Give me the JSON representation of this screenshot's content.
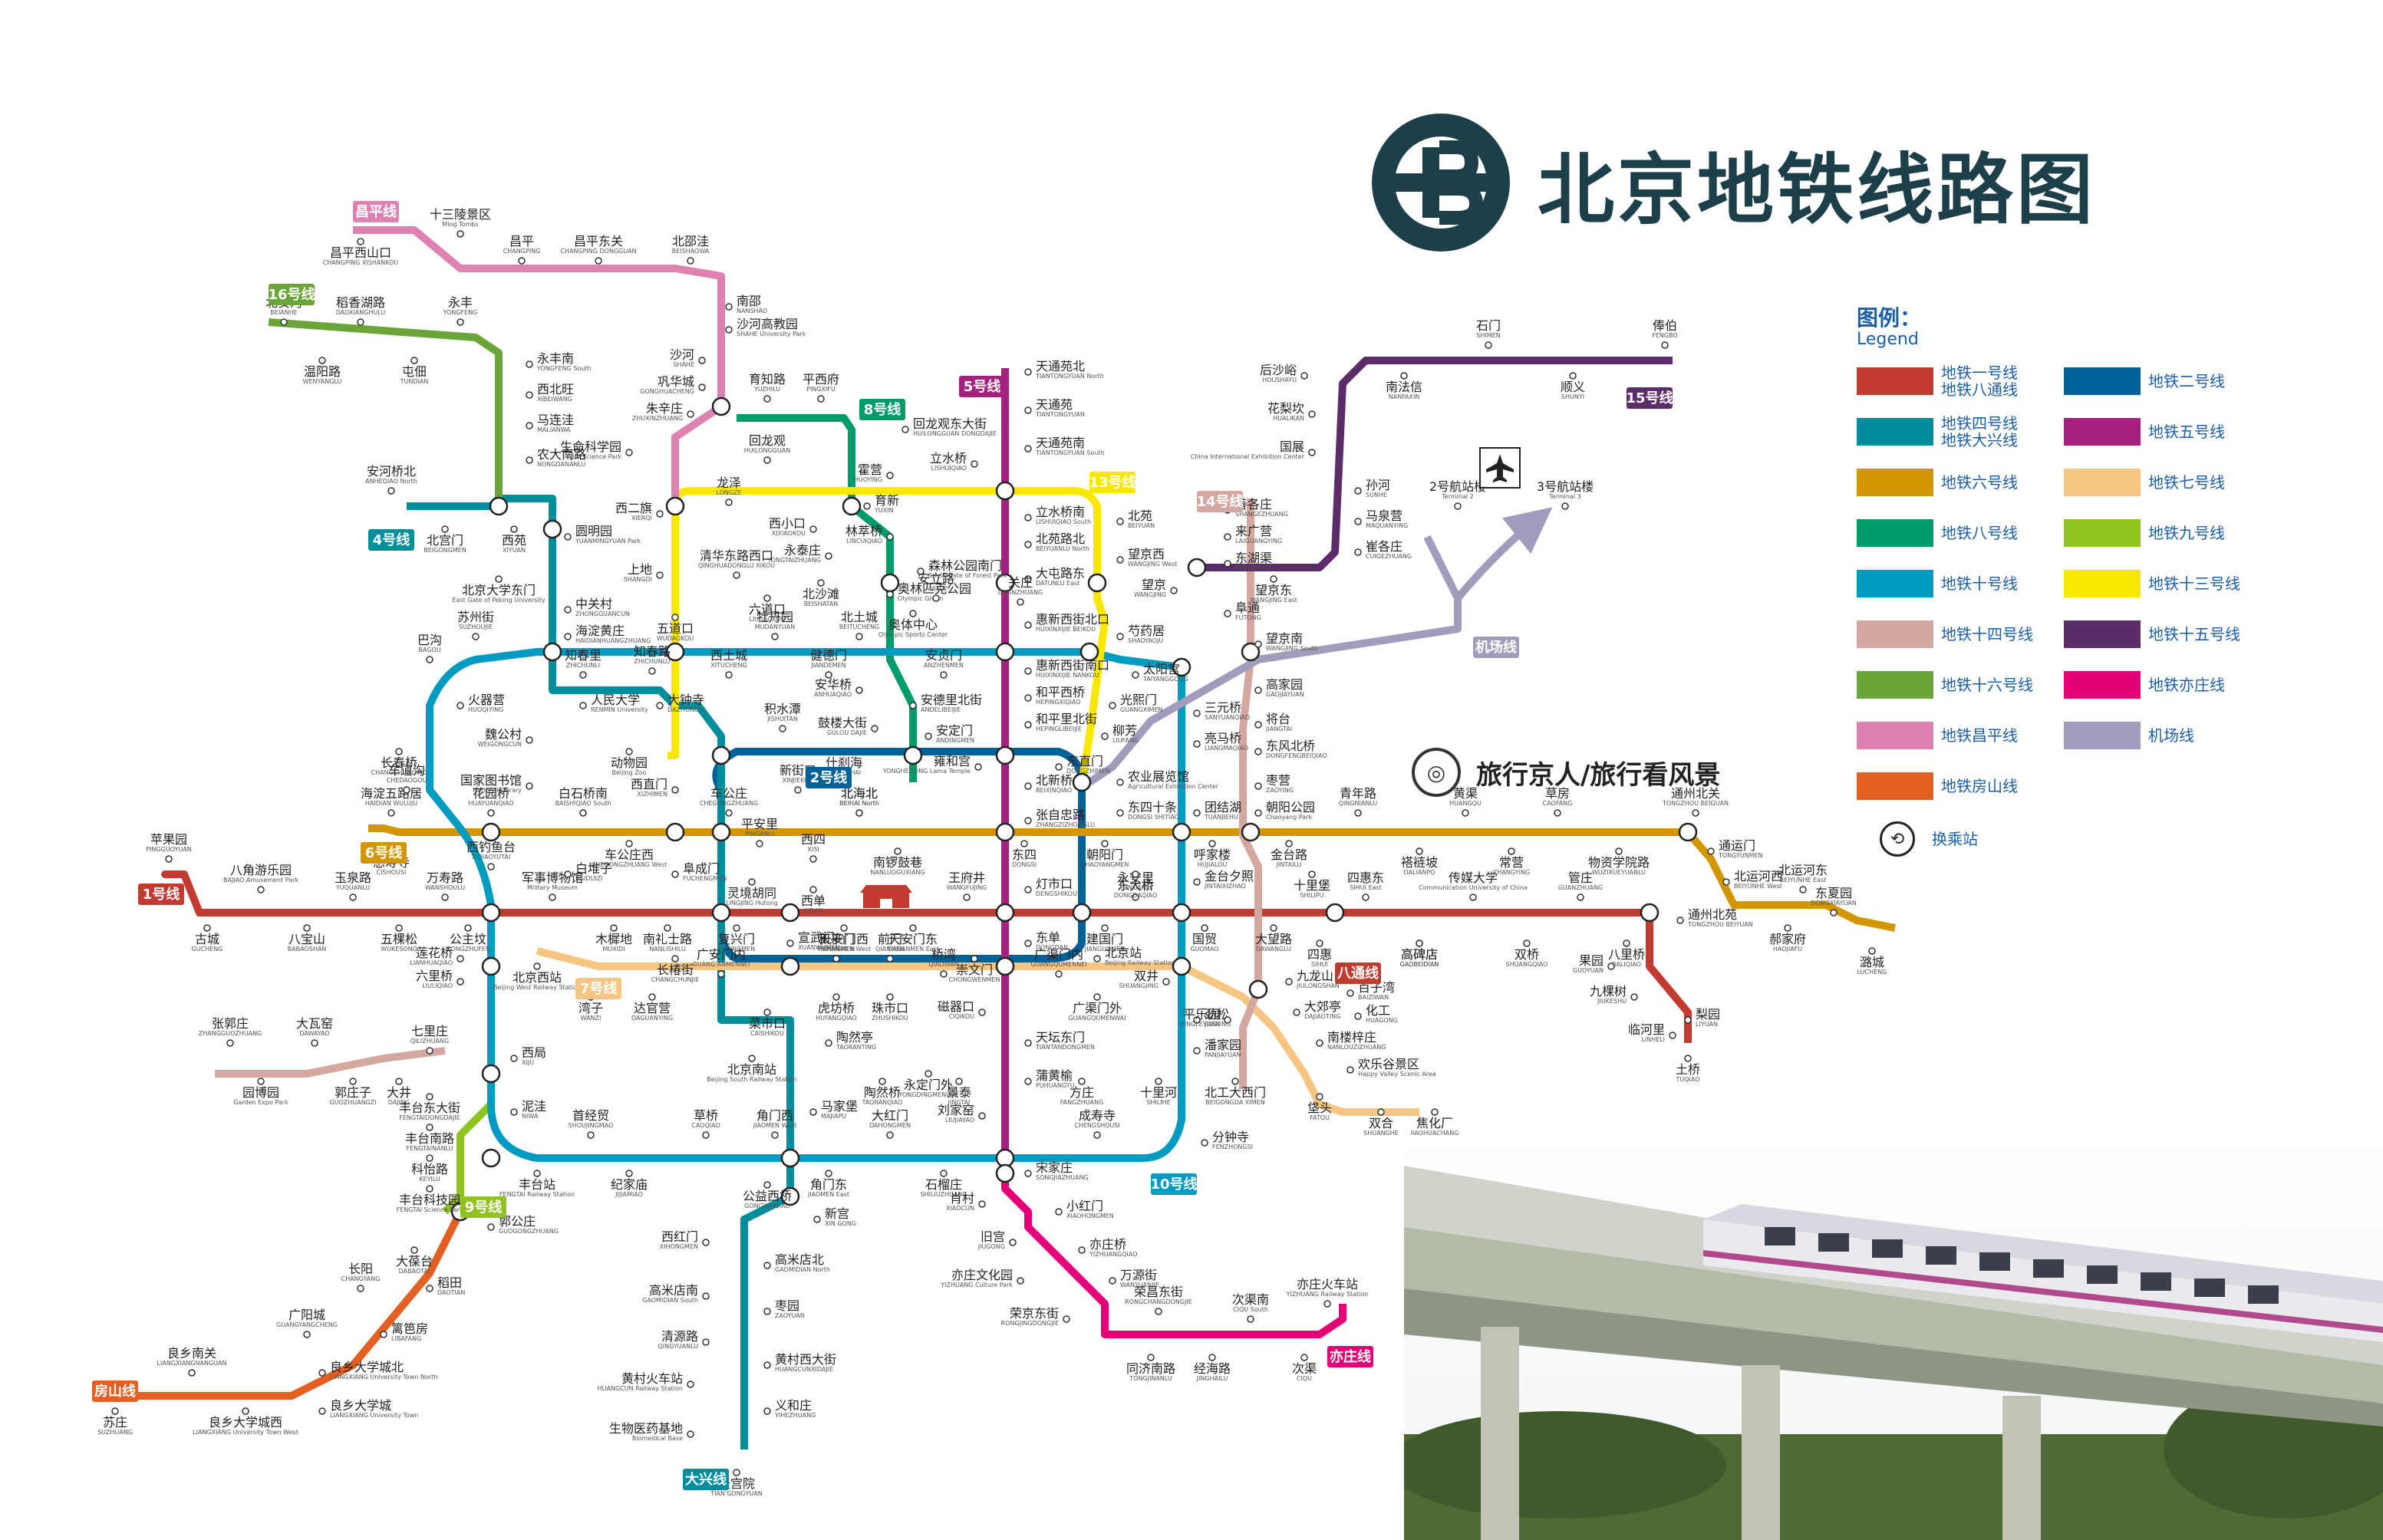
{
  "title": "北京地铁线路图",
  "legend": {
    "title": "图例：",
    "subtitle": "Legend",
    "items": [
      {
        "label": "地铁一号线\n地铁八通线",
        "color": "#c23a30"
      },
      {
        "label": "地铁二号线",
        "color": "#006098"
      },
      {
        "label": "地铁四号线\n地铁大兴线",
        "color": "#008e9c"
      },
      {
        "label": "地铁五号线",
        "color": "#a6217f"
      },
      {
        "label": "地铁六号线",
        "color": "#d29700"
      },
      {
        "label": "地铁七号线",
        "color": "#f6c582"
      },
      {
        "label": "地铁八号线",
        "color": "#009b6b"
      },
      {
        "label": "地铁九号线",
        "color": "#8fc31f"
      },
      {
        "label": "地铁十号线",
        "color": "#009bc0"
      },
      {
        "label": "地铁十三号线",
        "color": "#f9e700"
      },
      {
        "label": "地铁十四号线",
        "color": "#d5a7a1"
      },
      {
        "label": "地铁十五号线",
        "color": "#5b2c68"
      },
      {
        "label": "地铁十六号线",
        "color": "#6ba539"
      },
      {
        "label": "地铁亦庄线",
        "color": "#e40077"
      },
      {
        "label": "地铁昌平线",
        "color": "#de82b2"
      },
      {
        "label": "机场线",
        "color": "#a29bbb"
      },
      {
        "label": "地铁房山线",
        "color": "#e46022"
      }
    ],
    "interchange_label": "换乘站"
  },
  "slogan": "旅行京人/旅行看风景",
  "line_badges": [
    {
      "text": "1号线",
      "color": "#c23a30"
    },
    {
      "text": "2号线",
      "color": "#006098"
    },
    {
      "text": "4号线",
      "color": "#008e9c"
    },
    {
      "text": "5号线",
      "color": "#a6217f"
    },
    {
      "text": "6号线",
      "color": "#d29700"
    },
    {
      "text": "7号线",
      "color": "#f6c582"
    },
    {
      "text": "8号线",
      "color": "#009b6b"
    },
    {
      "text": "9号线",
      "color": "#8fc31f"
    },
    {
      "text": "10号线",
      "color": "#009bc0"
    },
    {
      "text": "13号线",
      "color": "#f9e700"
    },
    {
      "text": "14号线",
      "color": "#d5a7a1"
    },
    {
      "text": "15号线",
      "color": "#5b2c68"
    },
    {
      "text": "16号线",
      "color": "#6ba539"
    },
    {
      "text": "昌平线",
      "color": "#de82b2"
    },
    {
      "text": "房山线",
      "color": "#e46022"
    },
    {
      "text": "大兴线",
      "color": "#008e9c"
    },
    {
      "text": "亦庄线",
      "color": "#e40077"
    },
    {
      "text": "八通线",
      "color": "#c23a30"
    },
    {
      "text": "机场线",
      "color": "#a29bbb"
    }
  ],
  "stations": [
    {
      "cn": "昌平西山口",
      "py": "CHANGPING XISHANKOU"
    },
    {
      "cn": "十三陵景区",
      "py": "Ming Tombs"
    },
    {
      "cn": "昌平",
      "py": "CHANGPING"
    },
    {
      "cn": "昌平东关",
      "py": "CHANGPING DONGGUAN"
    },
    {
      "cn": "北邵洼",
      "py": "BEISHAOWA"
    },
    {
      "cn": "南邵",
      "py": "NANSHAO"
    },
    {
      "cn": "沙河高教园",
      "py": "SHAHE University Park"
    },
    {
      "cn": "沙河",
      "py": "SHAHE"
    },
    {
      "cn": "巩华城",
      "py": "GONGHUACHENG"
    },
    {
      "cn": "朱辛庄",
      "py": "ZHUXINZHUANG"
    },
    {
      "cn": "生命科学园",
      "py": "Life Science Park"
    },
    {
      "cn": "西二旗",
      "py": "XIERQI"
    },
    {
      "cn": "北安河",
      "py": "BEIANHE"
    },
    {
      "cn": "稻香湖路",
      "py": "DAOXIANGHULU"
    },
    {
      "cn": "永丰",
      "py": "YONGFENG"
    },
    {
      "cn": "温阳路",
      "py": "WENYANGLU"
    },
    {
      "cn": "屯佃",
      "py": "TUNDIAN"
    },
    {
      "cn": "永丰南",
      "py": "YONGFENG South"
    },
    {
      "cn": "西北旺",
      "py": "XIBEIWANG"
    },
    {
      "cn": "马连洼",
      "py": "MALIANWA"
    },
    {
      "cn": "农大南路",
      "py": "NONGDANANLU"
    },
    {
      "cn": "安河桥北",
      "py": "ANHEQIAO North"
    },
    {
      "cn": "北宫门",
      "py": "BEIGONGMEN"
    },
    {
      "cn": "西苑",
      "py": "XIYUAN"
    },
    {
      "cn": "圆明园",
      "py": "YUANMINGYUAN Park"
    },
    {
      "cn": "北京大学东门",
      "py": "East Gate of Peking University"
    },
    {
      "cn": "中关村",
      "py": "ZHONGGUANCUN"
    },
    {
      "cn": "海淀黄庄",
      "py": "HAIDIANHUANGZHUANG"
    },
    {
      "cn": "人民大学",
      "py": "RENMIN University"
    },
    {
      "cn": "魏公村",
      "py": "WEIGONGCUN"
    },
    {
      "cn": "国家图书馆",
      "py": "National Library"
    },
    {
      "cn": "动物园",
      "py": "Beijing Zoo"
    },
    {
      "cn": "西直门",
      "py": "XIZHIMEN"
    },
    {
      "cn": "新街口",
      "py": "XINJIEKOU"
    },
    {
      "cn": "平安里",
      "py": "PINGANLI"
    },
    {
      "cn": "西四",
      "py": "XISI"
    },
    {
      "cn": "灵境胡同",
      "py": "LINGJING Hutong"
    },
    {
      "cn": "西单",
      "py": "XIDAN"
    },
    {
      "cn": "宣武门",
      "py": "XUANWUMEN"
    },
    {
      "cn": "菜市口",
      "py": "CAISHIKOU"
    },
    {
      "cn": "陶然亭",
      "py": "TAORANTING"
    },
    {
      "cn": "北京南站",
      "py": "Beijing South Railway Station"
    },
    {
      "cn": "马家堡",
      "py": "MAJIAPU"
    },
    {
      "cn": "角门西",
      "py": "JIAOMEN West"
    },
    {
      "cn": "公益西桥",
      "py": "GONGYIXIQIAO"
    },
    {
      "cn": "新宫",
      "py": "XIN GONG"
    },
    {
      "cn": "西红门",
      "py": "XIHONGMEN"
    },
    {
      "cn": "高米店北",
      "py": "GAOMIDIAN North"
    },
    {
      "cn": "高米店南",
      "py": "GAOMIDIAN South"
    },
    {
      "cn": "枣园",
      "py": "ZAOYUAN"
    },
    {
      "cn": "清源路",
      "py": "QINGYUANLU"
    },
    {
      "cn": "黄村西大街",
      "py": "HUANGCUNXIDAJIE"
    },
    {
      "cn": "黄村火车站",
      "py": "HUANGCUN Railway Station"
    },
    {
      "cn": "义和庄",
      "py": "YIHEZHUANG"
    },
    {
      "cn": "生物医药基地",
      "py": "Biomedical Base"
    },
    {
      "cn": "天宫院",
      "py": "TIAN'GONGYUAN"
    },
    {
      "cn": "天通苑北",
      "py": "TIANTONGYUAN North"
    },
    {
      "cn": "天通苑",
      "py": "TIANTONGYUAN"
    },
    {
      "cn": "天通苑南",
      "py": "TIANTONGYUAN South"
    },
    {
      "cn": "立水桥",
      "py": "LISHUIQIAO"
    },
    {
      "cn": "立水桥南",
      "py": "LISHUIQIAO South"
    },
    {
      "cn": "北苑路北",
      "py": "BEIYUANLU North"
    },
    {
      "cn": "大屯路东",
      "py": "DATUNLU East"
    },
    {
      "cn": "惠新西街北口",
      "py": "HUIXINXIJIE BEIKOU"
    },
    {
      "cn": "惠新西街南口",
      "py": "HUIXINXIJIE NANKOU"
    },
    {
      "cn": "和平西桥",
      "py": "HEPINGXIQIAO"
    },
    {
      "cn": "和平里北街",
      "py": "HEPINGLIBEIJIE"
    },
    {
      "cn": "雍和宫",
      "py": "YONGHEGONG Lama Temple"
    },
    {
      "cn": "北新桥",
      "py": "BEIXINQIAO"
    },
    {
      "cn": "张自忠路",
      "py": "ZHANGZIZHONGLU"
    },
    {
      "cn": "东四",
      "py": "DONGSI"
    },
    {
      "cn": "灯市口",
      "py": "DENGSHIKOU"
    },
    {
      "cn": "东单",
      "py": "DONGDAN"
    },
    {
      "cn": "崇文门",
      "py": "CHONGWENMEN"
    },
    {
      "cn": "磁器口",
      "py": "CIQIKOU"
    },
    {
      "cn": "天坛东门",
      "py": "TIANTANDONGMEN"
    },
    {
      "cn": "蒲黄榆",
      "py": "PUHUANGYU"
    },
    {
      "cn": "刘家窑",
      "py": "LIUJIAYAO"
    },
    {
      "cn": "宋家庄",
      "py": "SONGJIAZHUANG"
    },
    {
      "cn": "苹果园",
      "py": "PINGGUOYUAN"
    },
    {
      "cn": "古城",
      "py": "GUCHENG"
    },
    {
      "cn": "八角游乐园",
      "py": "BAJIAO Amusement Park"
    },
    {
      "cn": "八宝山",
      "py": "BABAOSHAN"
    },
    {
      "cn": "玉泉路",
      "py": "YUQUANLU"
    },
    {
      "cn": "五棵松",
      "py": "WUKESONG"
    },
    {
      "cn": "万寿路",
      "py": "WANSHOULU"
    },
    {
      "cn": "公主坟",
      "py": "GONGZHUFEN"
    },
    {
      "cn": "军事博物馆",
      "py": "Military Museum"
    },
    {
      "cn": "木樨地",
      "py": "MUXIDI"
    },
    {
      "cn": "南礼士路",
      "py": "NANLISHILU"
    },
    {
      "cn": "复兴门",
      "py": "FUXINGMEN"
    },
    {
      "cn": "天安门西",
      "py": "TIANANMEN West"
    },
    {
      "cn": "天安门东",
      "py": "TIANANMEN East"
    },
    {
      "cn": "王府井",
      "py": "WANGFUJING"
    },
    {
      "cn": "建国门",
      "py": "JIANGUOMEN"
    },
    {
      "cn": "永安里",
      "py": "YONGANLI"
    },
    {
      "cn": "国贸",
      "py": "GUOMAO"
    },
    {
      "cn": "大望路",
      "py": "DAWANGLU"
    },
    {
      "cn": "四惠",
      "py": "SIHUI"
    },
    {
      "cn": "四惠东",
      "py": "SIHUI East"
    },
    {
      "cn": "高碑店",
      "py": "GAOBEIDIAN"
    },
    {
      "cn": "传媒大学",
      "py": "Communication University of China"
    },
    {
      "cn": "双桥",
      "py": "SHUANGQIAO"
    },
    {
      "cn": "管庄",
      "py": "GUANZHUANG"
    },
    {
      "cn": "八里桥",
      "py": "BALIQIAO"
    },
    {
      "cn": "通州北苑",
      "py": "TONGZHOU BEIYUAN"
    },
    {
      "cn": "果园",
      "py": "GUOYUAN"
    },
    {
      "cn": "九棵树",
      "py": "JIUKESHU"
    },
    {
      "cn": "梨园",
      "py": "LIYUAN"
    },
    {
      "cn": "临河里",
      "py": "LINHELI"
    },
    {
      "cn": "土桥",
      "py": "TUQIAO"
    },
    {
      "cn": "海淀五路居",
      "py": "HAIDIAN WULUJU"
    },
    {
      "cn": "慈寿寺",
      "py": "CISHOUSI"
    },
    {
      "cn": "花园桥",
      "py": "HUAYUANQIAO"
    },
    {
      "cn": "白石桥南",
      "py": "BAISHIQIAO South"
    },
    {
      "cn": "车公庄西",
      "py": "CHEGONGZHUANG West"
    },
    {
      "cn": "车公庄",
      "py": "CHEGONGZHUANG"
    },
    {
      "cn": "北海北",
      "py": "BEIHAI North"
    },
    {
      "cn": "南锣鼓巷",
      "py": "NANLUOGUXIANG"
    },
    {
      "cn": "朝阳门",
      "py": "CHAOYANGMEN"
    },
    {
      "cn": "东大桥",
      "py": "DONGDAQIAO"
    },
    {
      "cn": "呼家楼",
      "py": "HUJIALOU"
    },
    {
      "cn": "金台路",
      "py": "JINTAILU"
    },
    {
      "cn": "十里堡",
      "py": "SHILIPU"
    },
    {
      "cn": "青年路",
      "py": "QINGNIANLU"
    },
    {
      "cn": "褡裢坡",
      "py": "DALIANPO"
    },
    {
      "cn": "黄渠",
      "py": "HUANGQU"
    },
    {
      "cn": "常营",
      "py": "CHANGYING"
    },
    {
      "cn": "草房",
      "py": "CAOFANG"
    },
    {
      "cn": "物资学院路",
      "py": "WUZIXUEYUANLU"
    },
    {
      "cn": "通州北关",
      "py": "TONGZHOU BEIGUAN"
    },
    {
      "cn": "通运门",
      "py": "TONGYUNMEN"
    },
    {
      "cn": "北运河西",
      "py": "BEIYUNHE West"
    },
    {
      "cn": "北运河东",
      "py": "BEIYUNHE East"
    },
    {
      "cn": "郝家府",
      "py": "HAOJIAFU"
    },
    {
      "cn": "东夏园",
      "py": "DONGXIAYUAN"
    },
    {
      "cn": "潞城",
      "py": "LUCHENG"
    },
    {
      "cn": "湾子",
      "py": "WANZI"
    },
    {
      "cn": "达官营",
      "py": "DAGUANYING"
    },
    {
      "cn": "广安门内",
      "py": "GUANG'ANMENNEI"
    },
    {
      "cn": "虎坊桥",
      "py": "HUFANGQIAO"
    },
    {
      "cn": "珠市口",
      "py": "ZHUSHIKOU"
    },
    {
      "cn": "桥湾",
      "py": "QIAOWAN"
    },
    {
      "cn": "广渠门内",
      "py": "GUANGQUMENNEI"
    },
    {
      "cn": "广渠门外",
      "py": "GUANGQUMENWAI"
    },
    {
      "cn": "九龙山",
      "py": "JIULONGSHAN"
    },
    {
      "cn": "大郊亭",
      "py": "DAJIAOTING"
    },
    {
      "cn": "百子湾",
      "py": "BAIZIWAN"
    },
    {
      "cn": "化工",
      "py": "HUAGONG"
    },
    {
      "cn": "南楼梓庄",
      "py": "NANLOUZIZHUANG"
    },
    {
      "cn": "欢乐谷景区",
      "py": "Happy Valley Scenic Area"
    },
    {
      "cn": "垡头",
      "py": "FATOU"
    },
    {
      "cn": "双合",
      "py": "SHUANGHE"
    },
    {
      "cn": "焦化厂",
      "py": "JIAOHUACHANG"
    },
    {
      "cn": "回龙观",
      "py": "HUILONGGUAN"
    },
    {
      "cn": "霍营",
      "py": "HUOYING"
    },
    {
      "cn": "龙泽",
      "py": "LONGZE"
    },
    {
      "cn": "上地",
      "py": "SHANGDI"
    },
    {
      "cn": "五道口",
      "py": "WUDAOKOU"
    },
    {
      "cn": "知春路",
      "py": "ZHICHUNLU"
    },
    {
      "cn": "大钟寺",
      "py": "DAZHONGSI"
    },
    {
      "cn": "北苑",
      "py": "BEIYUAN"
    },
    {
      "cn": "望京西",
      "py": "WANGJING West"
    },
    {
      "cn": "芍药居",
      "py": "SHAOYAOJU"
    },
    {
      "cn": "光熙门",
      "py": "GUANGXIMEN"
    },
    {
      "cn": "柳芳",
      "py": "LIUFANG"
    },
    {
      "cn": "东直门",
      "py": "DONGZHIMEN"
    },
    {
      "cn": "善各庄",
      "py": "SHANGEZHUANG"
    },
    {
      "cn": "来广营",
      "py": "LAIGUANGYING"
    },
    {
      "cn": "东湖渠",
      "py": "DONGHUQU"
    },
    {
      "cn": "望京",
      "py": "WANGJING"
    },
    {
      "cn": "阜通",
      "py": "FUTONG"
    },
    {
      "cn": "望京南",
      "py": "WANGJING South"
    },
    {
      "cn": "高家园",
      "py": "GAOJIAYUAN"
    },
    {
      "cn": "将台",
      "py": "JIANGTAI"
    },
    {
      "cn": "东风北桥",
      "py": "DONGFENGBEIQIAO"
    },
    {
      "cn": "枣营",
      "py": "ZAOYING"
    },
    {
      "cn": "朝阳公园",
      "py": "Chaoyang Park"
    },
    {
      "cn": "俸伯",
      "py": "FENGBO"
    },
    {
      "cn": "顺义",
      "py": "SHUNYI"
    },
    {
      "cn": "石门",
      "py": "SHIMEN"
    },
    {
      "cn": "南法信",
      "py": "NANFAXIN"
    },
    {
      "cn": "后沙峪",
      "py": "HOUSHAYU"
    },
    {
      "cn": "花梨坎",
      "py": "HUALIKAN"
    },
    {
      "cn": "国展",
      "py": "China International Exhibition Center"
    },
    {
      "cn": "孙河",
      "py": "SUNHE"
    },
    {
      "cn": "马泉营",
      "py": "MAQUANYING"
    },
    {
      "cn": "崔各庄",
      "py": "CUIGEZHUANG"
    },
    {
      "cn": "望京东",
      "py": "WANGJING East"
    },
    {
      "cn": "2号航站楼",
      "py": "Terminal 2"
    },
    {
      "cn": "3号航站楼",
      "py": "Terminal 3"
    },
    {
      "cn": "三元桥",
      "py": "SANYUANQIAO"
    },
    {
      "cn": "亮马桥",
      "py": "LIANGMAQIAO"
    },
    {
      "cn": "农业展览馆",
      "py": "Agricultural Exhibition Center"
    },
    {
      "cn": "团结湖",
      "py": "TUANJIEHU"
    },
    {
      "cn": "金台夕照",
      "py": "JINTAIXIZHAO"
    },
    {
      "cn": "双井",
      "py": "SHUANGJING"
    },
    {
      "cn": "劲松",
      "py": "JINSONG"
    },
    {
      "cn": "潘家园",
      "py": "PANJIAYUAN"
    },
    {
      "cn": "十里河",
      "py": "SHILIHE"
    },
    {
      "cn": "分钟寺",
      "py": "FENZHONGSI"
    },
    {
      "cn": "成寿寺",
      "py": "CHENGSHOUSI"
    },
    {
      "cn": "石榴庄",
      "py": "SHILIUZHUANG"
    },
    {
      "cn": "大红门",
      "py": "DAHONGMEN"
    },
    {
      "cn": "角门东",
      "py": "JIAOMEN East"
    },
    {
      "cn": "草桥",
      "py": "CAOQIAO"
    },
    {
      "cn": "纪家庙",
      "py": "JIJIAMIAO"
    },
    {
      "cn": "首经贸",
      "py": "SHOUJINGMAO"
    },
    {
      "cn": "丰台站",
      "py": "FENGTAI Railway Station"
    },
    {
      "cn": "泥洼",
      "py": "NIWA"
    },
    {
      "cn": "西局",
      "py": "XIJU"
    },
    {
      "cn": "六里桥",
      "py": "LIULIQIAO"
    },
    {
      "cn": "莲花桥",
      "py": "LIANHUAQIAO"
    },
    {
      "cn": "西钓鱼台",
      "py": "XIDIAOYUTAI"
    },
    {
      "cn": "巴沟",
      "py": "BAGOU"
    },
    {
      "cn": "苏州街",
      "py": "SUZHOUJIE"
    },
    {
      "cn": "知春里",
      "py": "ZHICHUNLI"
    },
    {
      "cn": "西土城",
      "py": "XITUCHENG"
    },
    {
      "cn": "牡丹园",
      "py": "MUDANYUAN"
    },
    {
      "cn": "健德门",
      "py": "JIANDEMEN"
    },
    {
      "cn": "北土城",
      "py": "BEITUCHENG"
    },
    {
      "cn": "安贞门",
      "py": "ANZHENMEN"
    },
    {
      "cn": "太阳宫",
      "py": "TAIYANGGONG"
    },
    {
      "cn": "火器营",
      "py": "HUOQIYING"
    },
    {
      "cn": "长春桥",
      "py": "CHANGCHUNQIAO"
    },
    {
      "cn": "车道沟",
      "py": "CHEDAOGOU"
    },
    {
      "cn": "白堆子",
      "py": "BAIDUIZI"
    },
    {
      "cn": "阜成门",
      "py": "FUCHENGMEN"
    },
    {
      "cn": "北京西站",
      "py": "Beijing West Railway Station"
    },
    {
      "cn": "七里庄",
      "py": "QILIZHUANG"
    },
    {
      "cn": "大井",
      "py": "DAJING"
    },
    {
      "cn": "郭庄子",
      "py": "GUOZHUANGZI"
    },
    {
      "cn": "园博园",
      "py": "Garden Expo Park"
    },
    {
      "cn": "大瓦窑",
      "py": "DAWAYAO"
    },
    {
      "cn": "张郭庄",
      "py": "ZHANGGUOZHUANG"
    },
    {
      "cn": "丰台东大街",
      "py": "FENGTAIDONGDAJIE"
    },
    {
      "cn": "丰台南路",
      "py": "FENGTAINANLU"
    },
    {
      "cn": "科怡路",
      "py": "KEYILU"
    },
    {
      "cn": "丰台科技园",
      "py": "FENGTAI Science Park"
    },
    {
      "cn": "郭公庄",
      "py": "GUOGONGZHUANG"
    },
    {
      "cn": "大葆台",
      "py": "DABAOTAI"
    },
    {
      "cn": "稻田",
      "py": "DAOTIAN"
    },
    {
      "cn": "长阳",
      "py": "CHANGYANG"
    },
    {
      "cn": "篱笆房",
      "py": "LIBAFANG"
    },
    {
      "cn": "广阳城",
      "py": "GUANGYANGCHENG"
    },
    {
      "cn": "良乡大学城北",
      "py": "LIANGXIANG University Town North"
    },
    {
      "cn": "良乡大学城",
      "py": "LIANGXIANG University Town"
    },
    {
      "cn": "良乡大学城西",
      "py": "LIANGXIANG University Town West"
    },
    {
      "cn": "良乡南关",
      "py": "LIANGXIANGNANGUAN"
    },
    {
      "cn": "苏庄",
      "py": "SUZHUANG"
    },
    {
      "cn": "肖村",
      "py": "XIAOCUN"
    },
    {
      "cn": "小红门",
      "py": "XIAOHONGMEN"
    },
    {
      "cn": "旧宫",
      "py": "JIUGONG"
    },
    {
      "cn": "亦庄桥",
      "py": "YIZHUANGQIAO"
    },
    {
      "cn": "亦庄文化园",
      "py": "YIZHUANG Culture Park"
    },
    {
      "cn": "万源街",
      "py": "WANYUANJIE"
    },
    {
      "cn": "荣京东街",
      "py": "RONGJINGDONGJIE"
    },
    {
      "cn": "荣昌东街",
      "py": "RONGCHANGDONGJIE"
    },
    {
      "cn": "同济南路",
      "py": "TONGJINANLU"
    },
    {
      "cn": "经海路",
      "py": "JINGHAILU"
    },
    {
      "cn": "次渠南",
      "py": "CIQU South"
    },
    {
      "cn": "次渠",
      "py": "CIQU"
    },
    {
      "cn": "亦庄火车站",
      "py": "YIZHUANG Railway Station"
    },
    {
      "cn": "北工大西门",
      "py": "BEIGONGDA XIMEN"
    },
    {
      "cn": "平乐园",
      "py": "PINGLEYUAN"
    },
    {
      "cn": "育知路",
      "py": "YUZHILU"
    },
    {
      "cn": "平西府",
      "py": "PINGXIFU"
    },
    {
      "cn": "回龙观东大街",
      "py": "HUILONGGUAN DONGDAJIE"
    },
    {
      "cn": "育新",
      "py": "YUXIN"
    },
    {
      "cn": "西小口",
      "py": "XIXIAOKOU"
    },
    {
      "cn": "永泰庄",
      "py": "YONGTAIZHUANG"
    },
    {
      "cn": "林萃桥",
      "py": "LINCUIQIAO"
    },
    {
      "cn": "森林公园南门",
      "py": "South Gate of Forest Park"
    },
    {
      "cn": "奥林匹克公园",
      "py": "Olympic Green"
    },
    {
      "cn": "奥体中心",
      "py": "Olympic Sports Center"
    },
    {
      "cn": "安华桥",
      "py": "ANHUAQIAO"
    },
    {
      "cn": "鼓楼大街",
      "py": "GULOU DAJIE"
    },
    {
      "cn": "什刹海",
      "py": "SHICHAHAI"
    },
    {
      "cn": "清华东路西口",
      "py": "QINGHUADONGLU XIKOU"
    },
    {
      "cn": "六道口",
      "py": "LIUDAOKOU"
    },
    {
      "cn": "北沙滩",
      "py": "BEISHATAN"
    },
    {
      "cn": "安立路",
      "py": "ANLILU"
    },
    {
      "cn": "关庄",
      "py": "GUANZHUANG"
    },
    {
      "cn": "积水潭",
      "py": "JISHUITAN"
    },
    {
      "cn": "安定门",
      "py": "ANDINGMEN"
    },
    {
      "cn": "东四十条",
      "py": "DONGSI SHITIAO"
    },
    {
      "cn": "前门",
      "py": "QIANMEN"
    },
    {
      "cn": "和平门",
      "py": "HEPINGMEN"
    },
    {
      "cn": "长椿街",
      "py": "CHANGCHUNJIE"
    },
    {
      "cn": "北京站",
      "py": "Beijing Railway Station"
    },
    {
      "cn": "永定门外",
      "py": "YONGDINGMENWAI"
    },
    {
      "cn": "景泰",
      "py": "JINGTAI"
    },
    {
      "cn": "方庄",
      "py": "FANGZHUANG"
    },
    {
      "cn": "陶然桥",
      "py": "TAORANQIAO"
    },
    {
      "cn": "高碑店",
      "py": "GAOBEIDIAN"
    },
    {
      "cn": "安德里北街",
      "py": "ANDELIBEIJIE"
    },
    {
      "cn": "北海北",
      "py": "BEIHAI North"
    }
  ]
}
